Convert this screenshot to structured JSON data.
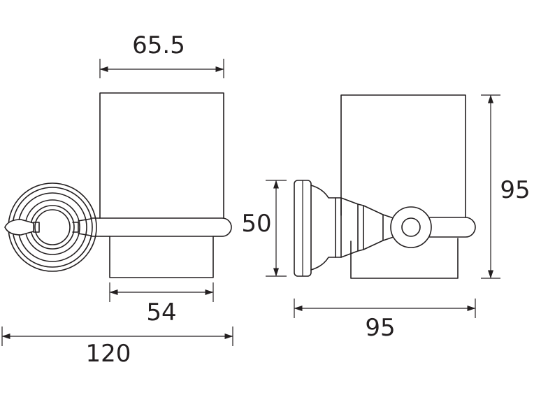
{
  "dimensions": {
    "cup_width": "65.5",
    "cup_base_width": "54",
    "overall_width": "120",
    "backplate_height": "50",
    "side_height": "95",
    "side_depth": "95"
  },
  "colors": {
    "line": "#231f20",
    "background": "#ffffff"
  }
}
